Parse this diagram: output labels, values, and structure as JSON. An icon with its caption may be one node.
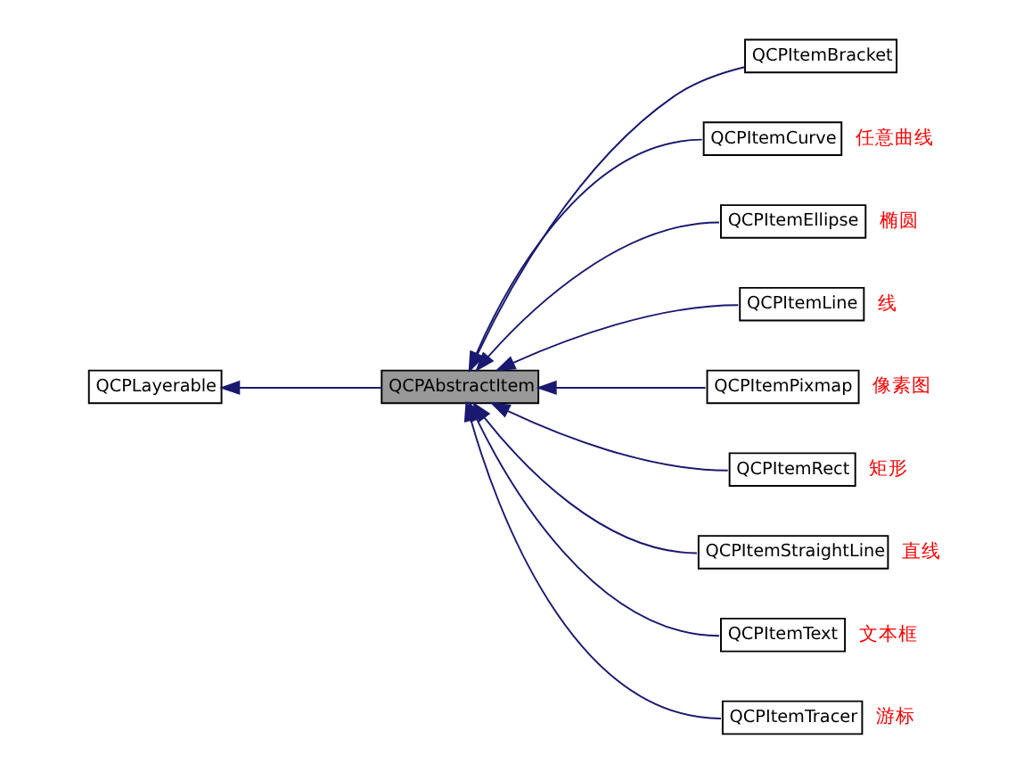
{
  "diagram": {
    "nodes": [
      {
        "text": [
          "QCPLayerable"
        ]
      },
      {
        "text": [
          "QCPAbstractItem"
        ]
      },
      {
        "text": [
          "QCPItemBracket"
        ]
      },
      {
        "text": [
          "QCPItemCurve"
        ],
        "beside": [
          "任意曲线"
        ]
      },
      {
        "text": [
          "QCPItemEllipse"
        ],
        "beside": [
          "椭圆"
        ]
      },
      {
        "text": [
          "QCPItemLine"
        ],
        "beside": [
          "线"
        ]
      },
      {
        "text": [
          "QCPItemPixmap"
        ],
        "beside": [
          "像素图"
        ]
      },
      {
        "text": [
          "QCPItemRect"
        ],
        "beside": [
          "矩形"
        ]
      },
      {
        "text": [
          "QCPItemStraightLine"
        ],
        "beside": [
          "直线"
        ]
      },
      {
        "text": [
          "QCPItemText"
        ],
        "beside": [
          "文本框"
        ]
      },
      {
        "text": [
          "QCPItemTracer"
        ],
        "beside": [
          "游标"
        ]
      }
    ],
    "edges": [
      {
        "from": 1,
        "to": 0,
        "arrow": "to"
      },
      {
        "from": 2,
        "to": 1,
        "arrow": "to"
      },
      {
        "from": 3,
        "to": 1,
        "arrow": "to"
      },
      {
        "from": 4,
        "to": 1,
        "arrow": "to"
      },
      {
        "from": 5,
        "to": 1,
        "arrow": "to"
      },
      {
        "from": 6,
        "to": 1,
        "arrow": "to"
      },
      {
        "from": 7,
        "to": 1,
        "arrow": "to"
      },
      {
        "from": 8,
        "to": 1,
        "arrow": "to"
      },
      {
        "from": 9,
        "to": 1,
        "arrow": "to"
      },
      {
        "from": 10,
        "to": 1,
        "arrow": "to"
      }
    ]
  }
}
